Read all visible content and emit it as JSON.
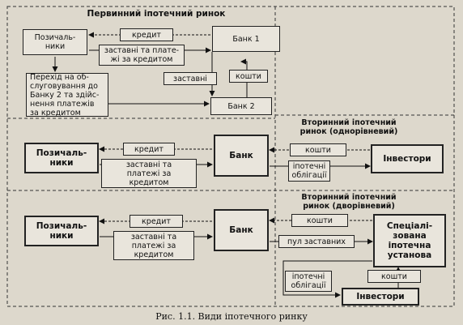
{
  "sections": {
    "primary_title": "Первинний іпотечний ринок",
    "secondary_single_title": "Вторинний іпотечний\nринок (однорівневий)",
    "secondary_double_title": "Вторинний іпотечний\nринок (дворівневий)"
  },
  "primary": {
    "borrower": "Позичаль-\nники",
    "credit": "кредит",
    "pledges_payments": "заставні та плате-\nжі за кредитом",
    "bank1": "Банк 1",
    "transfer": "Перехід на об-\nслуговування до\nБанку 2 та здійс-\nнення платежів\nза кредитом",
    "pledges": "заставні",
    "money": "кошти",
    "bank2": "Банк 2"
  },
  "single": {
    "borrower": "Позичаль-\nники",
    "credit": "кредит",
    "pledges_payments": "заставні та\nплатежі за\nкредитом",
    "bank": "Банк",
    "money": "кошти",
    "bonds": "іпотечні\nоблігації",
    "investors": "Інвестори"
  },
  "double": {
    "borrower": "Позичаль-\nники",
    "credit": "кредит",
    "pledges_payments": "заставні та\nплатежі за\nкредитом",
    "bank": "Банк",
    "money_top": "кошти",
    "pledge_pool": "пул заставних",
    "special": "Спеціалі-\nзована\nіпотечна\nустанова",
    "money_bottom": "кошти",
    "bonds": "іпотечні\nоблігації",
    "investors": "Інвестори"
  },
  "caption": "Рис. 1.1. Види іпотечного ринку"
}
